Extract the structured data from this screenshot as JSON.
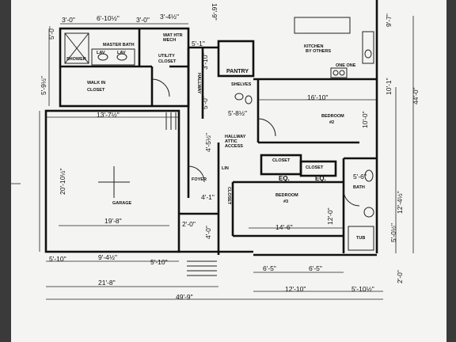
{
  "rooms": {
    "master_bath": "MASTER BATH",
    "shower": "SHOWER",
    "lav1": "LAV",
    "lav2": "LAV",
    "wic": "WALK IN",
    "wic2": "CLOSET",
    "utility": "UTILITY",
    "utility2": "CLOSET",
    "wh1": "WAT HTR",
    "wh2": "MECH",
    "hallway_v": "HALLWAY",
    "pantry": "PANTRY",
    "shelves": "SHELVES",
    "kitchen": "KITCHEN",
    "kitchen2": "BY OTHERS",
    "bedroom2": "BEDROOM",
    "bedroom2_num": "#2",
    "garage": "GARAGE",
    "hallway_h": "HALLWAY",
    "attic": "ATTIC",
    "attic2": "ACCESS",
    "closet_a": "CLOSET",
    "closet_b": "CLOSET",
    "eq_a": "EQ.",
    "eq_b": "EQ.",
    "bedroom3": "BEDROOM",
    "bedroom3_num": "#3",
    "foyer": "FOYER",
    "bath": "BATH",
    "ln": "LIN",
    "closet_v": "CLOSET",
    "tub": "TUB",
    "oneone": "ONE ONE"
  },
  "dims": {
    "d_3_0": "3'-0\"",
    "d_6_10h": "6'-10½\"",
    "d_3_0b": "3'-0\"",
    "d_3_4h": "3'-4½\"",
    "d_16_9": "16'-9\"",
    "d_5_0": "5'-0\"",
    "d_5_9h": "5'-9½\"",
    "d_5_1": "5'-1\"",
    "d_3_10": "3'-10\"",
    "d_5_0b": "5'-0\"",
    "d_13_7h": "13'-7½\"",
    "d_5_8h": "5'-8½\"",
    "d_16_10": "16'-10\"",
    "d_10_0": "10'-0\"",
    "d_10_1": "10'-1\"",
    "d_9_7": "9'-7\"",
    "d_44_0": "44'-0\"",
    "d_4_5h": "4'-5½\"",
    "d_20_10h": "20'-10½\"",
    "d_5_6": "5'-6\"",
    "d_12_4h": "12'-4½\"",
    "d_4_1": "4'-1\"",
    "d_12_0": "12'-0\"",
    "d_19_8": "19'-8\"",
    "d_2_0": "2'-0\"",
    "d_4_0": "4'-0\"",
    "d_14_6": "14'-6\"",
    "d_5_0h": "5'-0½\"",
    "d_5_10": "5'-10\"",
    "d_9_4h": "9'-4½\"",
    "d_5_10b": "5'-10\"",
    "d_6_5": "6'-5\"",
    "d_6_5b": "6'-5\"",
    "d_2_0b": "2'-0\"",
    "d_21_8": "21'-8\"",
    "d_12_10": "12'-10\"",
    "d_5_10h": "5'-10½\"",
    "d_49_9": "49'-9\""
  }
}
